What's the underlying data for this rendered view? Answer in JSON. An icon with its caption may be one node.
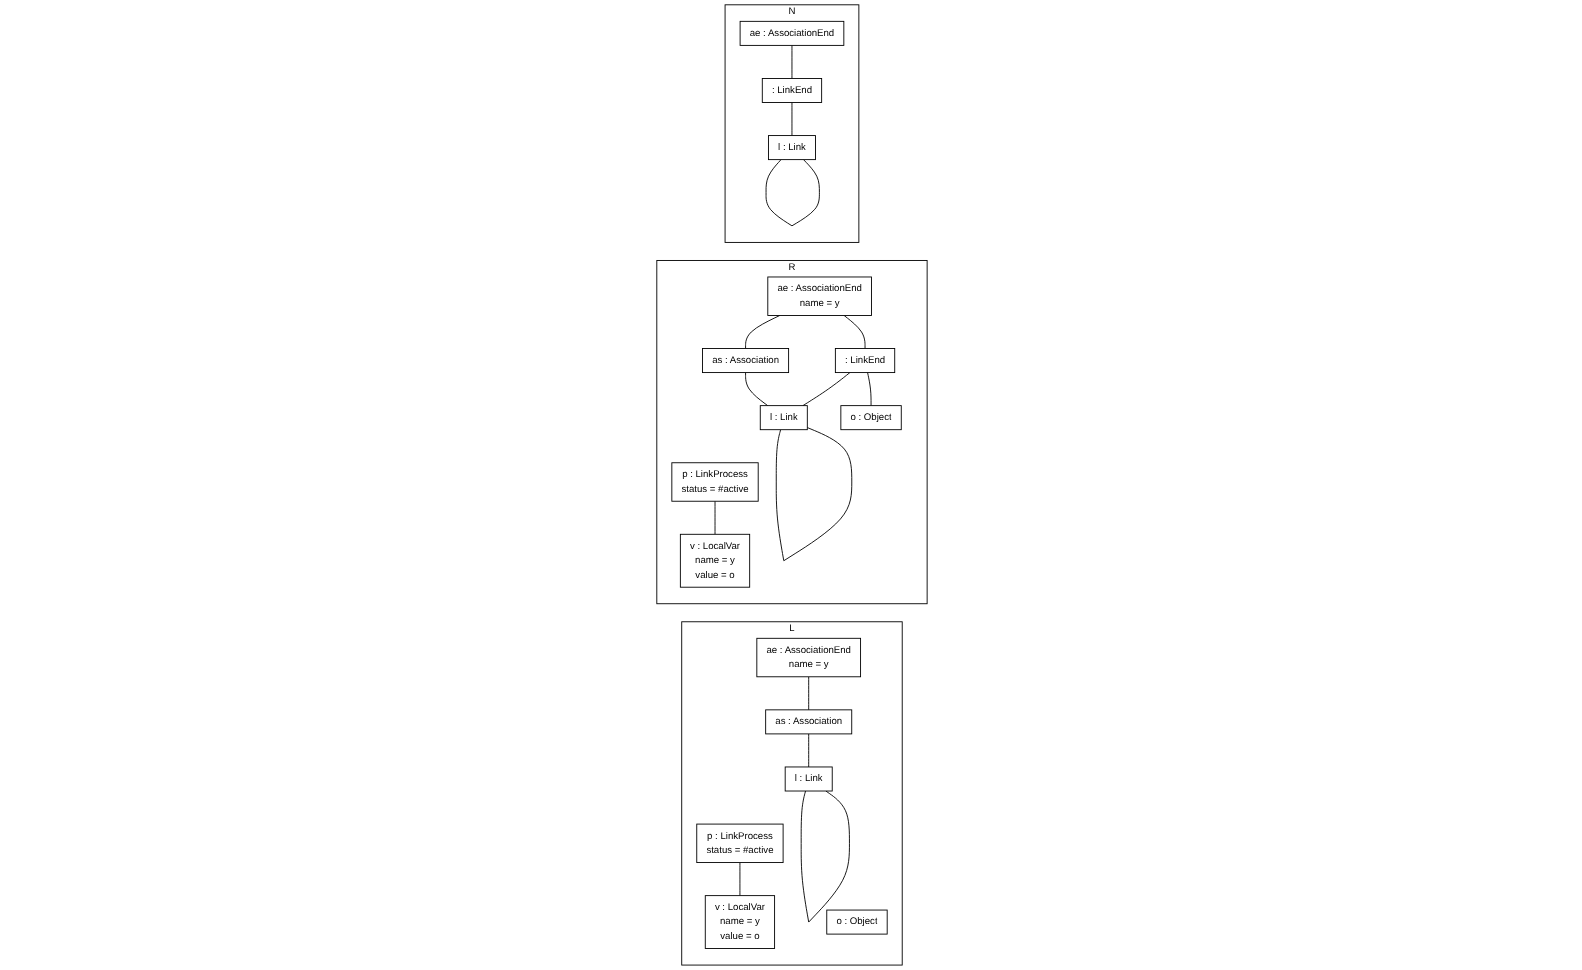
{
  "diagram": {
    "nodes": [
      {
        "text": [
          "L"
        ]
      },
      {
        "text": [
          "p : LinkProcess",
          "status = #active"
        ],
        "in": 0
      },
      {
        "text": [
          "v : LocalVar",
          "name = y",
          "value = o"
        ],
        "in": 0
      },
      {
        "text": [
          "ae : AssociationEnd",
          "name = y"
        ],
        "in": 0
      },
      {
        "text": [
          "as : Association"
        ],
        "in": 0
      },
      {
        "text": [
          "l : Link"
        ],
        "in": 0
      },
      {
        "text": [
          "o : Object"
        ],
        "in": 0
      },
      {
        "text": [
          "R"
        ]
      },
      {
        "text": [
          "p : LinkProcess",
          "status = #active"
        ],
        "in": 7
      },
      {
        "text": [
          "v : LocalVar",
          "name = y",
          "value = o"
        ],
        "in": 7
      },
      {
        "text": [
          "ae : AssociationEnd",
          "name = y"
        ],
        "in": 7
      },
      {
        "text": [
          "as : Association"
        ],
        "in": 7
      },
      {
        "text": [
          ": LinkEnd"
        ],
        "in": 7
      },
      {
        "text": [
          "l : Link"
        ],
        "in": 7
      },
      {
        "text": [
          "o : Object"
        ],
        "in": 7
      },
      {
        "text": [
          "N"
        ]
      },
      {
        "text": [
          "ae : AssociationEnd"
        ],
        "in": 15
      },
      {
        "text": [
          ": LinkEnd"
        ],
        "in": 15
      },
      {
        "text": [
          "l : Link"
        ],
        "in": 15
      }
    ],
    "edges": [
      {
        "from": 1,
        "to": 2,
        "arrow": "none"
      },
      {
        "from": 3,
        "to": 4,
        "arrow": "none"
      },
      {
        "from": 4,
        "to": 5,
        "arrow": "none"
      },
      {
        "from": 5,
        "to": 5,
        "arrow": "none"
      },
      {
        "from": 8,
        "to": 9,
        "arrow": "none"
      },
      {
        "from": 10,
        "to": 11,
        "arrow": "none"
      },
      {
        "from": 11,
        "to": 13,
        "arrow": "none"
      },
      {
        "from": 13,
        "to": 13,
        "arrow": "none"
      },
      {
        "from": 10,
        "to": 12,
        "arrow": "none"
      },
      {
        "from": 12,
        "to": 13,
        "arrow": "none"
      },
      {
        "from": 12,
        "to": 14,
        "arrow": "none"
      },
      {
        "from": 16,
        "to": 17,
        "arrow": "none"
      },
      {
        "from": 17,
        "to": 18,
        "arrow": "none"
      },
      {
        "from": 18,
        "to": 18,
        "arrow": "none"
      }
    ]
  }
}
